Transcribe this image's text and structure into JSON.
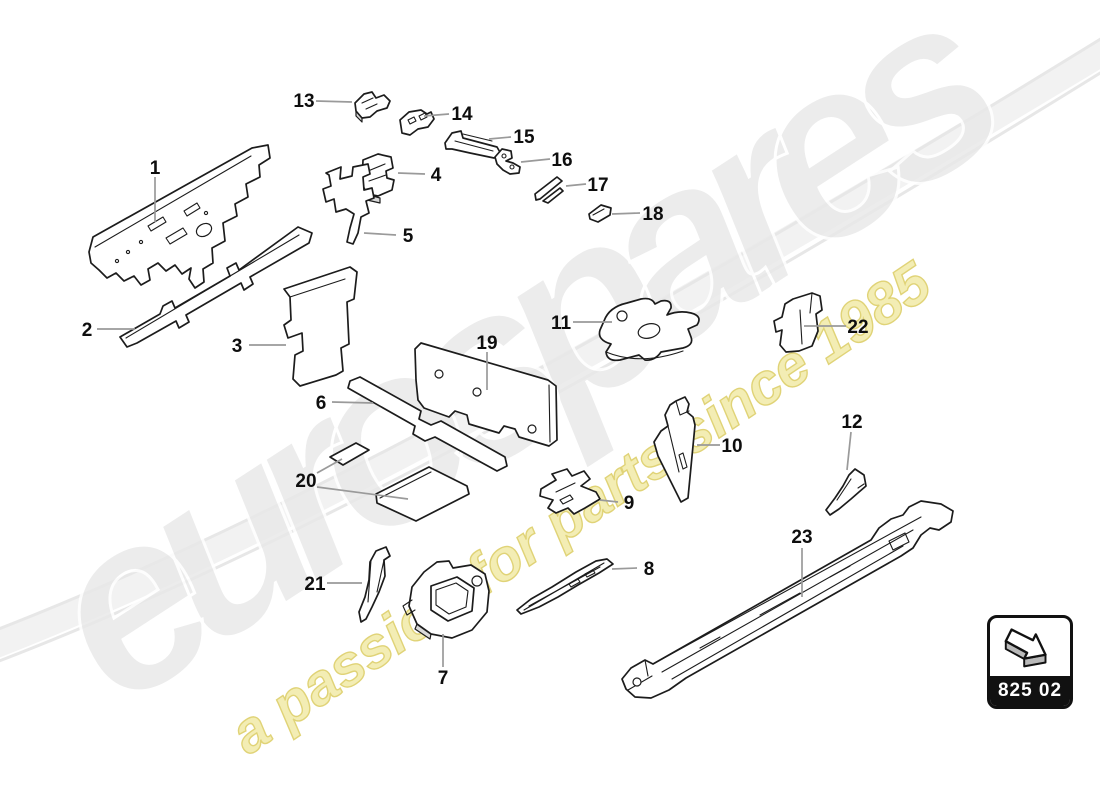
{
  "watermark": {
    "brand": "eurospares",
    "tagline": "a passion for parts since 1985",
    "brand_color": "#e9e9e9",
    "tagline_color": "#e8dc74"
  },
  "code_box": {
    "code": "825 02",
    "icon": "3d-arrow-down-right"
  },
  "colors": {
    "part_outline": "#1c1c1c",
    "leader_line": "#9a9a9a",
    "label_text": "#0e0e0e",
    "code_bar_bg": "#111111",
    "code_bar_text": "#ffffff"
  },
  "parts": [
    {
      "label": "1"
    },
    {
      "label": "2"
    },
    {
      "label": "3"
    },
    {
      "label": "4"
    },
    {
      "label": "5"
    },
    {
      "label": "6"
    },
    {
      "label": "7"
    },
    {
      "label": "8"
    },
    {
      "label": "9"
    },
    {
      "label": "10"
    },
    {
      "label": "11"
    },
    {
      "label": "12"
    },
    {
      "label": "13"
    },
    {
      "label": "14"
    },
    {
      "label": "15"
    },
    {
      "label": "16"
    },
    {
      "label": "17"
    },
    {
      "label": "18"
    },
    {
      "label": "19"
    },
    {
      "label": "20"
    },
    {
      "label": "21"
    },
    {
      "label": "22"
    },
    {
      "label": "23"
    }
  ]
}
